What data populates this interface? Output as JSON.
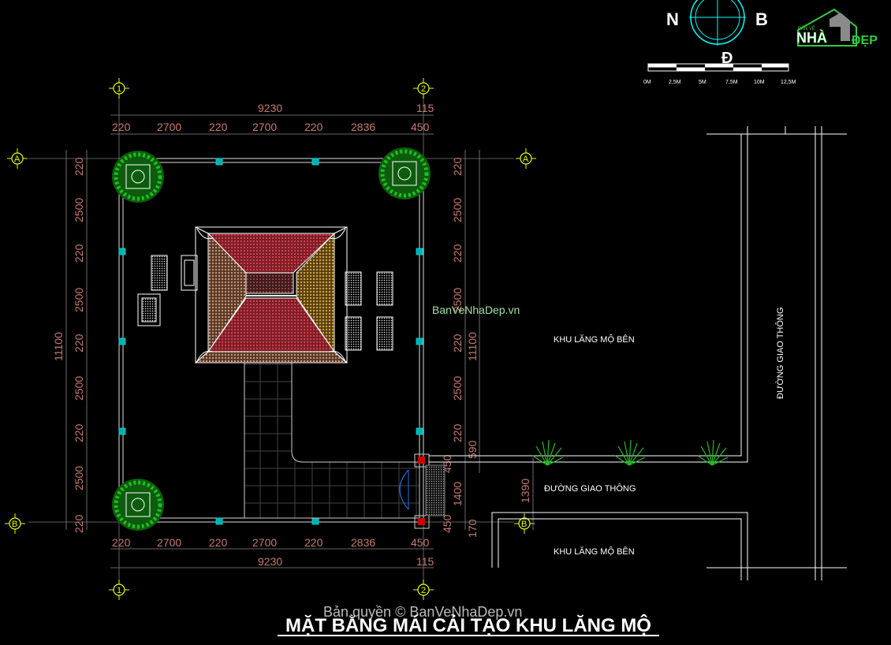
{
  "title": "MẶT BẰNG MÁI CẢI TẠO KHU LĂNG MỘ",
  "watermark": "Bản quyền © BanVeNhaDep.vn",
  "watermark_center": "BanVeNhaDep.vn",
  "logo": {
    "top": "BẢN VẼ",
    "brand": "NHÀ",
    "suffix": "ĐẸP"
  },
  "compass": {
    "north": "N",
    "east": "B",
    "south": "Đ"
  },
  "scale_bar": {
    "labels": [
      "0M",
      "2,5M",
      "5M",
      "7,5M",
      "10M",
      "12,5M"
    ]
  },
  "grid_axes": {
    "col1": "1",
    "col2": "2",
    "rowA": "A",
    "rowB": "B"
  },
  "dims_top": {
    "total": "9230",
    "offset": "115",
    "segments": [
      "220",
      "2700",
      "220",
      "2700",
      "220",
      "2836",
      "450"
    ]
  },
  "dims_bottom": {
    "total": "9230",
    "offset": "115",
    "segments": [
      "220",
      "2700",
      "220",
      "2700",
      "220",
      "2836",
      "450"
    ]
  },
  "dims_left": {
    "total": "11100",
    "segments": [
      "220",
      "2500",
      "220",
      "2500",
      "220",
      "2500",
      "220",
      "2500",
      "220"
    ]
  },
  "dims_right": {
    "total": "11100",
    "segments": [
      "220",
      "2500",
      "220",
      "2500",
      "220",
      "2500",
      "220"
    ],
    "gate": [
      "590",
      "450",
      "1400",
      "450",
      "170"
    ],
    "road": "1390"
  },
  "labels": {
    "tomb_area_top": "KHU LĂNG MỘ BÊN",
    "tomb_area_bottom": "KHU LĂNG MỘ BÊN",
    "road_horizontal": "ĐƯỜNG GIAO THÔNG",
    "road_vertical": "ĐƯỜNG GIAO THÔNG"
  },
  "colors": {
    "grid": "#e9ff00",
    "dimension": "#c87a6e",
    "roof_red": "#c0303a",
    "roof_dark": "#8a3a3a",
    "roof_tan": "#c8906a",
    "roof_yellow": "#d2a030",
    "tree": "#1fbf1f",
    "column": "#00c8c8"
  }
}
